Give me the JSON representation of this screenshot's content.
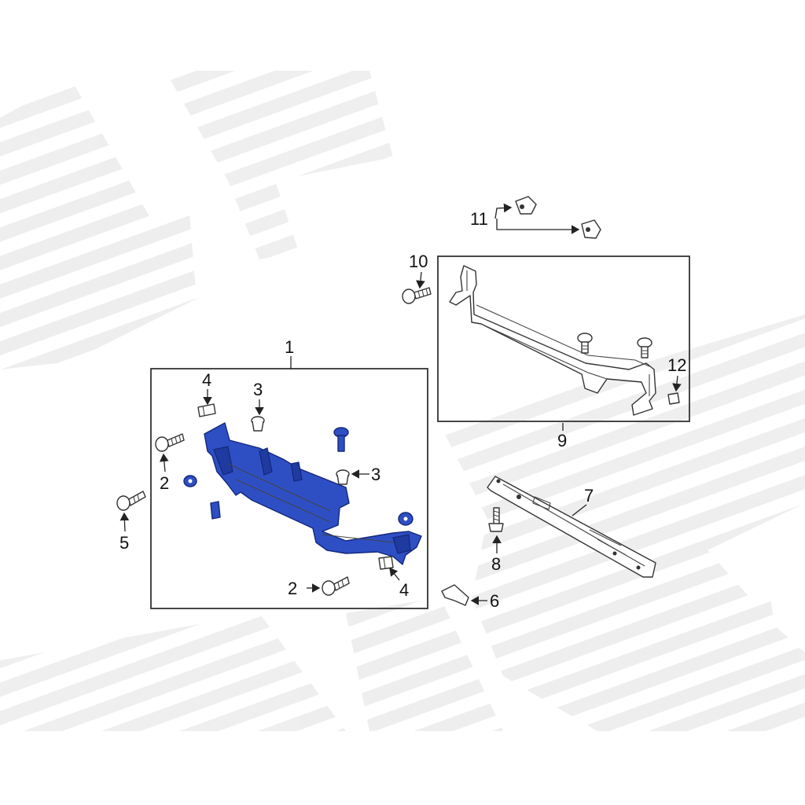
{
  "colors": {
    "highlight_part": "#2e4fc4",
    "line_art": "#333333",
    "watermark": "#eeeeee",
    "background": "#ffffff"
  },
  "callouts": {
    "c1": "1",
    "c2a": "2",
    "c2b": "2",
    "c3a": "3",
    "c3b": "3",
    "c4a": "4",
    "c4b": "4",
    "c5": "5",
    "c6": "6",
    "c7": "7",
    "c8": "8",
    "c9": "9",
    "c10": "10",
    "c11": "11",
    "c12": "12"
  },
  "icons": {
    "watermark": "striped-logo-watermark",
    "arrow": "leader-arrow"
  }
}
